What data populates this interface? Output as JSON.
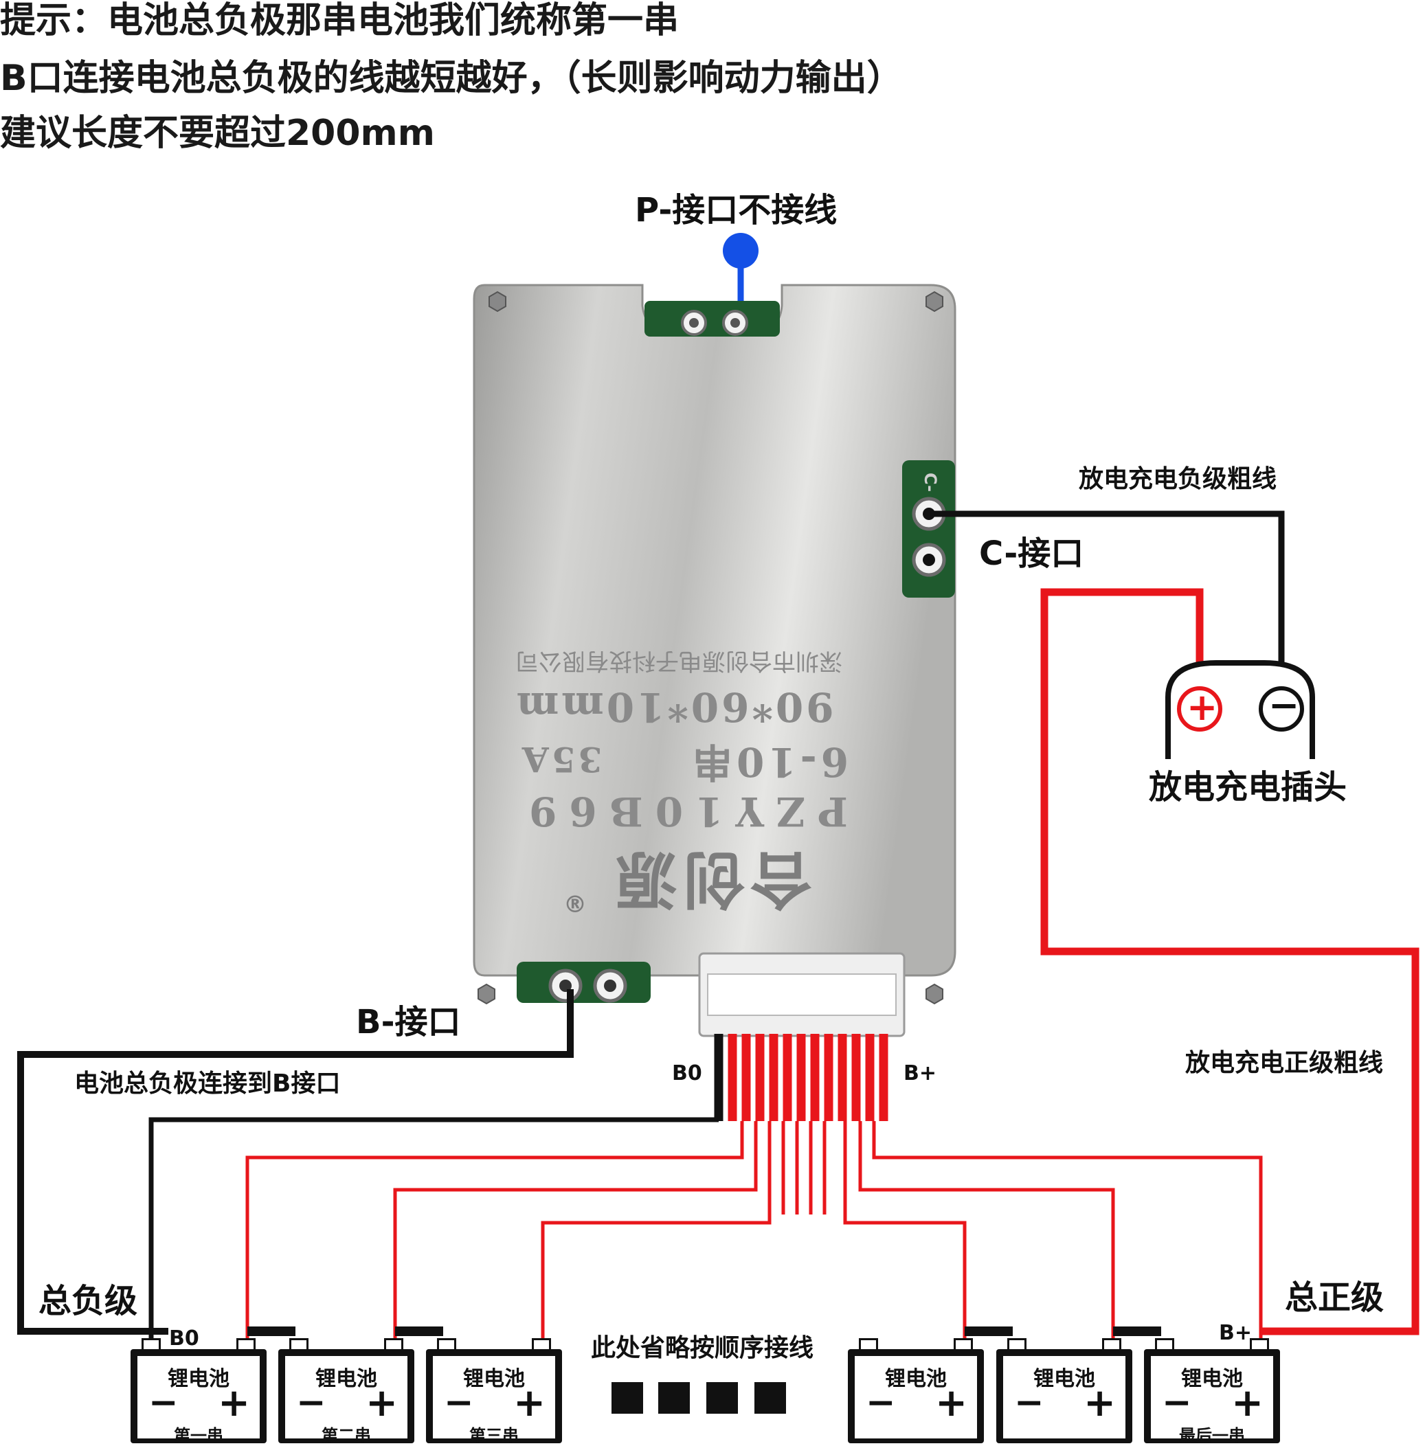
{
  "tips": [
    "提示：电池总负极那串电池我们统称第一串",
    "B口连接电池总负极的线越短越好，（长则影响动力输出）",
    "建议长度不要超过200mm"
  ],
  "board": {
    "company": "深圳市合创源电子科技有限公司",
    "dimensions": "90*60*10mm",
    "series_range": "6-10串",
    "current": "35A",
    "model": "PZY10B69",
    "brand": "合创源",
    "registered_mark": "®",
    "c_port_silk": "C-"
  },
  "labels": {
    "p_port": "P-接口不接线",
    "c_port": "C-接口",
    "c_wire": "放电充电负级粗线",
    "plug": "放电充电插头",
    "plug_plus": "+",
    "plug_minus": "−",
    "b_port": "B-接口",
    "b_wire": "电池总负极连接到B接口",
    "connector_b0": "B0",
    "connector_bplus": "B+",
    "pos_wire": "放电充电正级粗线",
    "total_neg": "总负级",
    "total_pos": "总正级",
    "batt_b0": "B0",
    "batt_bplus": "B+",
    "omitted": "此处省略按顺序接线"
  },
  "batteries": [
    {
      "name": "锂电池",
      "minus": "−",
      "plus": "+",
      "series": "第一串"
    },
    {
      "name": "锂电池",
      "minus": "−",
      "plus": "+",
      "series": "第二串"
    },
    {
      "name": "锂电池",
      "minus": "−",
      "plus": "+",
      "series": "第三串"
    },
    {
      "name": "锂电池",
      "minus": "−",
      "plus": "+",
      "series": ""
    },
    {
      "name": "锂电池",
      "minus": "−",
      "plus": "+",
      "series": ""
    },
    {
      "name": "锂电池",
      "minus": "−",
      "plus": "+",
      "series": "最后一串"
    }
  ],
  "colors": {
    "negative_wire": "#111111",
    "positive_wire": "#e8161b",
    "p_wire": "#1450e6",
    "pcb": "#1f5a2e",
    "metal": "#c9c9c7"
  }
}
